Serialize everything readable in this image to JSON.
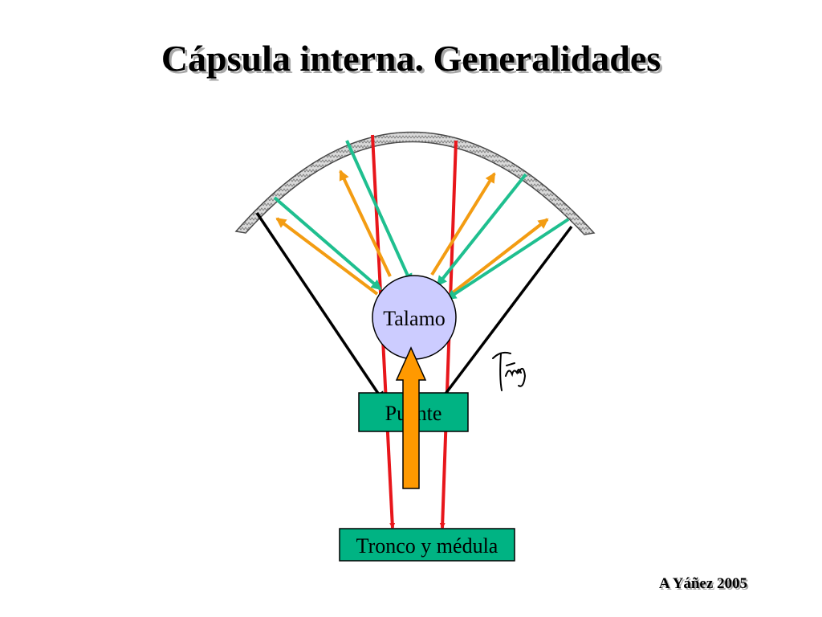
{
  "slide": {
    "title": "Cápsula interna. Generalidades",
    "credit": "A Yáñez 2005"
  },
  "nodes": {
    "talamo": "Talamo",
    "puente": "Puente",
    "tronco": "Tronco y médula"
  },
  "colors": {
    "cortex_fill": "#d9d9d9",
    "talamo_fill": "#ccccff",
    "box_fill": "#00b383",
    "ascending_arrow_fill": "#ff9900",
    "motor_red": "#e8161b",
    "corticopontine_black": "#000000",
    "thalamocortical_orange": "#f39c12",
    "corticothalamic_green": "#1fbf8f"
  },
  "icons": {
    "signature": "handwritten-signature"
  }
}
